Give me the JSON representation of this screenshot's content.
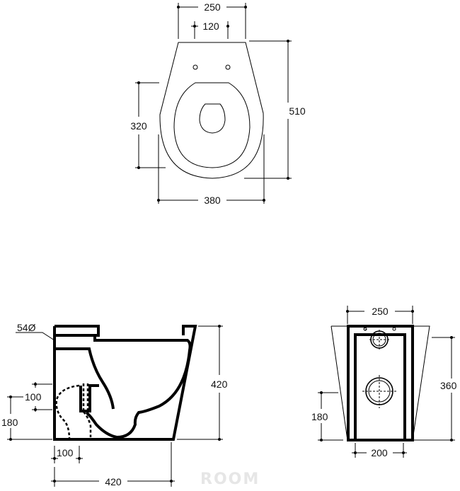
{
  "top_view": {
    "overall_width": "250",
    "bolt_spacing": "120",
    "seat_depth": "320",
    "overall_length": "510",
    "max_width": "380"
  },
  "side_view": {
    "outlet_diameter": "54Ø",
    "height": "420",
    "inlet_height_range": "100",
    "outlet_height": "180",
    "outlet_offset": "100",
    "depth": "420"
  },
  "rear_view": {
    "top_width": "250",
    "height": "360",
    "outlet_height": "180",
    "bottom_width": "200"
  },
  "watermark": "ROOM"
}
